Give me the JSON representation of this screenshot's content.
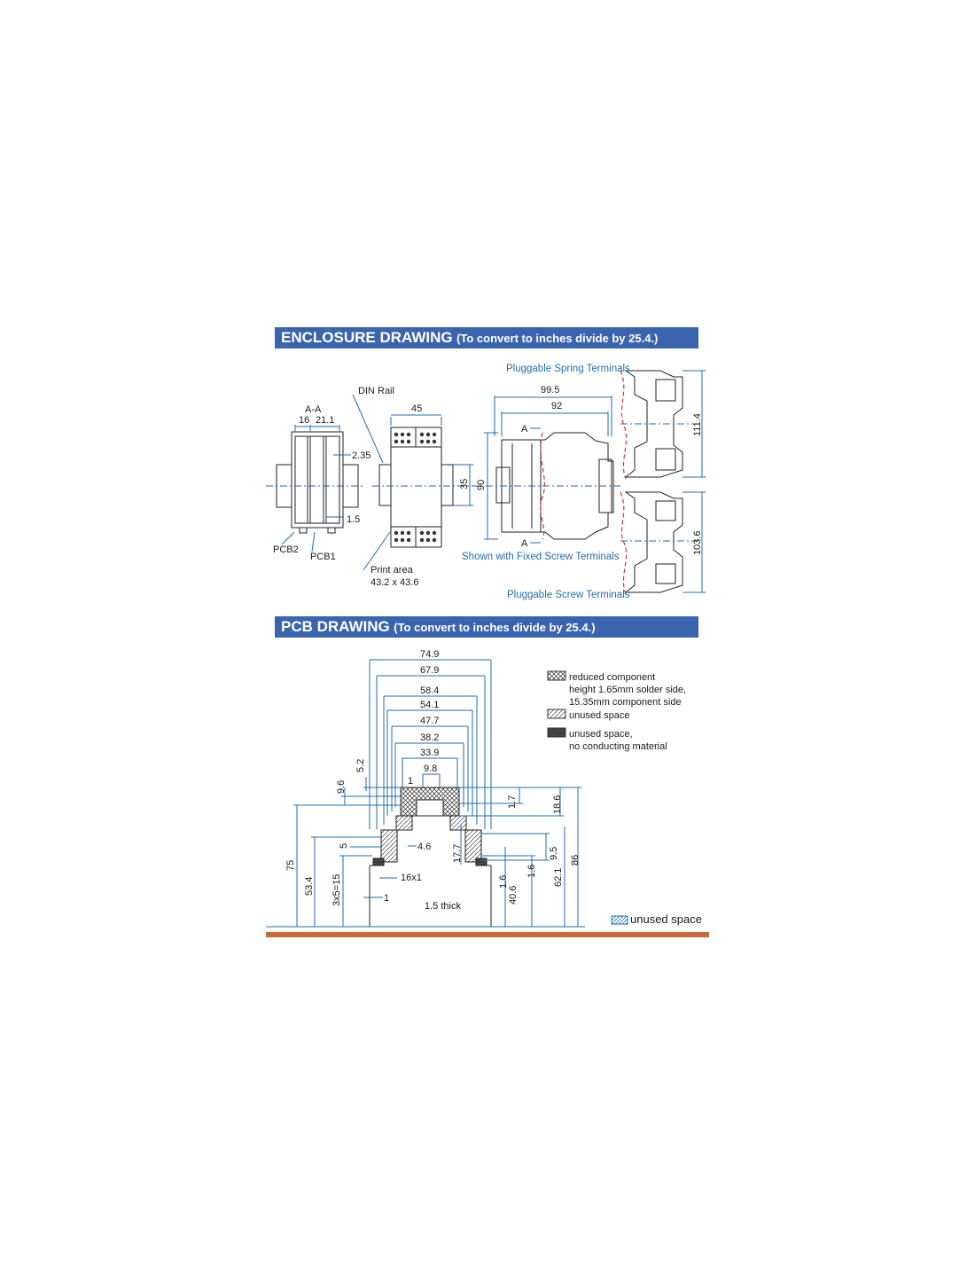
{
  "enclosure": {
    "title_main": "ENCLOSURE DRAWING",
    "title_sub": "(To convert to inches divide by 25.4.)",
    "labels": {
      "section": "A-A",
      "dim_16": "16",
      "dim_21_1": "21.1",
      "dim_2_35": "2.35",
      "dim_1_5": "1.5",
      "pcb2": "PCB2",
      "pcb1": "PCB1",
      "din_rail": "DIN Rail",
      "print_area_1": "Print area",
      "print_area_2": "43.2 x 43.6",
      "dim_45": "45",
      "dim_35": "35",
      "dim_90": "90",
      "dim_99_5": "99.5",
      "dim_92": "92",
      "marker_a_top": "A",
      "marker_a_bottom": "A",
      "dim_111_4": "111.4",
      "dim_103_6": "103.6",
      "pluggable_spring": "Pluggable Spring Terminals",
      "fixed_screw": "Shown with Fixed Screw Terminals",
      "pluggable_screw": "Pluggable Screw Terminals"
    }
  },
  "pcb": {
    "title_main": "PCB DRAWING",
    "title_sub": "(To convert to inches divide by 25.4.)",
    "dims": {
      "d74_9": "74.9",
      "d67_9": "67.9",
      "d58_4": "58.4",
      "d54_1": "54.1",
      "d47_7": "47.7",
      "d38_2": "38.2",
      "d33_9": "33.9",
      "d9_8": "9.8",
      "d1_top": "1",
      "d5_2": "5.2",
      "d9_6": "9.6",
      "d75": "75",
      "d53_4": "53.4",
      "d3x5": "3x5=15",
      "d5": "5",
      "d4_6": "4.6",
      "d16x1": "16x1",
      "d1_bottom": "1",
      "thick": "1.5 thick",
      "d17_7": "17.7",
      "d1_7": "1.7",
      "d18_6": "18.6",
      "d9_5": "9.5",
      "d1_6a": "1.6",
      "d1_6b": "1.6",
      "d40_6": "40.6",
      "d62_1": "62.1",
      "d86": "86"
    },
    "legend": {
      "reduced_1": "reduced component",
      "reduced_2": "height 1.65mm solder side,",
      "reduced_3": "15.35mm component side",
      "unused": "unused space",
      "unused_nc_1": "unused space,",
      "unused_nc_2": "no conducting material",
      "unused_blue": "unused space"
    }
  },
  "colors": {
    "header_bg": "#3a64ad",
    "accent_blue": "#1f6eb0",
    "bottom_rule": "#c46a3b",
    "dashed_red": "#d9372f"
  }
}
